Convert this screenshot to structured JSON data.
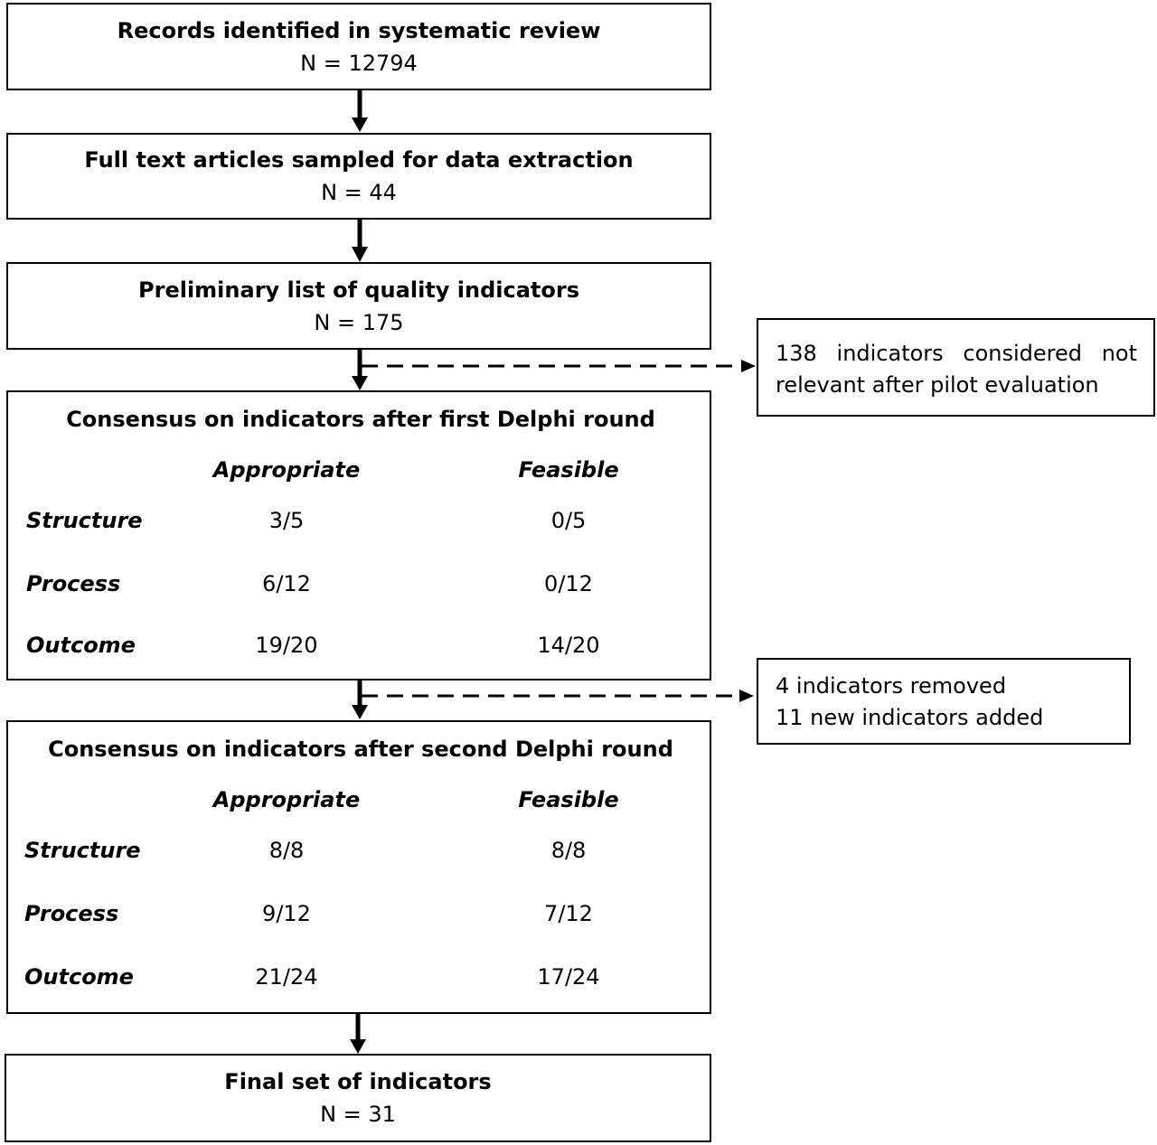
{
  "boxes": {
    "records": {
      "title": "Records identified in systematic review",
      "n": "N = 12794"
    },
    "fulltext": {
      "title": "Full text articles sampled for data extraction",
      "n": "N = 44"
    },
    "preliminary": {
      "title": "Preliminary list of quality indicators",
      "n": "N = 175"
    },
    "final": {
      "title": "Final set of indicators",
      "n": "N = 31"
    }
  },
  "round1": {
    "title": "Consensus on indicators after first Delphi round",
    "col_appropriate": "Appropriate",
    "col_feasible": "Feasible",
    "rows": [
      {
        "label": "Structure",
        "appropriate": "3/5",
        "feasible": "0/5"
      },
      {
        "label": "Process",
        "appropriate": "6/12",
        "feasible": "0/12"
      },
      {
        "label": "Outcome",
        "appropriate": "19/20",
        "feasible": "14/20"
      }
    ]
  },
  "round2": {
    "title": "Consensus on indicators after second Delphi round",
    "col_appropriate": "Appropriate",
    "col_feasible": "Feasible",
    "rows": [
      {
        "label": "Structure",
        "appropriate": "8/8",
        "feasible": "8/8"
      },
      {
        "label": "Process",
        "appropriate": "9/12",
        "feasible": "7/12"
      },
      {
        "label": "Outcome",
        "appropriate": "21/24",
        "feasible": "17/24"
      }
    ]
  },
  "side_notes": {
    "pilot": "138 indicators considered not relevant after pilot evaluation",
    "changes_line1": "4 indicators removed",
    "changes_line2": "11 new indicators added"
  }
}
